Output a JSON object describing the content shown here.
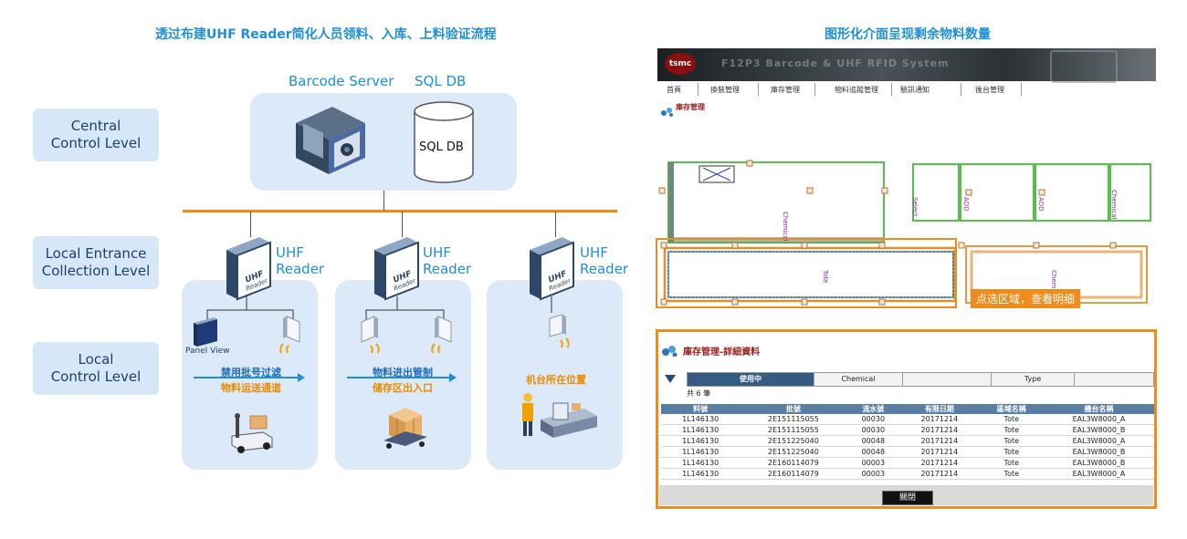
{
  "left": {
    "title": "透过布建UHF Reader简化人员领料、入库、上料验证流程",
    "levels": [
      "Central\nControl Level",
      "Local Entrance\nCollection Level",
      "Local\nControl Level"
    ],
    "server_label": "Barcode Server",
    "db_label": "SQL DB",
    "db_text": "SQL DB",
    "reader_label": "UHF\nReader",
    "reader_icon_text": "UHF Reader",
    "panels": [
      {
        "device_label": "Panel View",
        "blue_text": "禁用批号过滤",
        "orange_text": "物料运送通道"
      },
      {
        "blue_text": "物料进出管制",
        "orange_text": "储存区出入口"
      },
      {
        "orange_text": "机台所在位置"
      }
    ]
  },
  "right": {
    "title": "图形化介面呈现剩余物料数量",
    "banner_text": "F12P3 Barcode & UHF RFID System",
    "banner_logo": "tsmc",
    "nav": [
      "首頁",
      "換裝管理",
      "庫存管理",
      "物料追蹤管理",
      "驗訊通知",
      "後台管理"
    ],
    "page_heading": "庫存管理",
    "map_labels": [
      "Chemical",
      "Tote",
      "Chemical",
      "Select",
      "ADD",
      "ADD",
      "Chemical"
    ],
    "callout": "点选区域，查看明细",
    "detail_heading": "庫存管理-詳細資料",
    "tabs": [
      "使用中",
      "Chemical",
      "",
      "Type",
      ""
    ],
    "count_text": "共 6 筆",
    "columns": [
      "料號",
      "批號",
      "流水號",
      "有限日期",
      "區域名稱",
      "機台名稱"
    ],
    "rows": [
      [
        "1L146130",
        "2E151115055",
        "00030",
        "20171214",
        "Tote",
        "EAL3W8000_A"
      ],
      [
        "1L146130",
        "2E151115055",
        "00030",
        "20171214",
        "Tote",
        "EAL3W8000_B"
      ],
      [
        "1L146130",
        "2E151225040",
        "00048",
        "20171214",
        "Tote",
        "EAL3W8000_A"
      ],
      [
        "1L146130",
        "2E151225040",
        "00048",
        "20171214",
        "Tote",
        "EAL3W8000_B"
      ],
      [
        "1L146130",
        "2E160114079",
        "00003",
        "20171214",
        "Tote",
        "EAL3W8000_B"
      ],
      [
        "1L146130",
        "2E160114079",
        "00003",
        "20171214",
        "Tote",
        "EAL3W8000_A"
      ]
    ],
    "close_button": "關閉"
  },
  "colors": {
    "accent_blue": "#1e8fd6",
    "accent_orange": "#f08c1c",
    "panel_bg": "#dbe9f8"
  }
}
